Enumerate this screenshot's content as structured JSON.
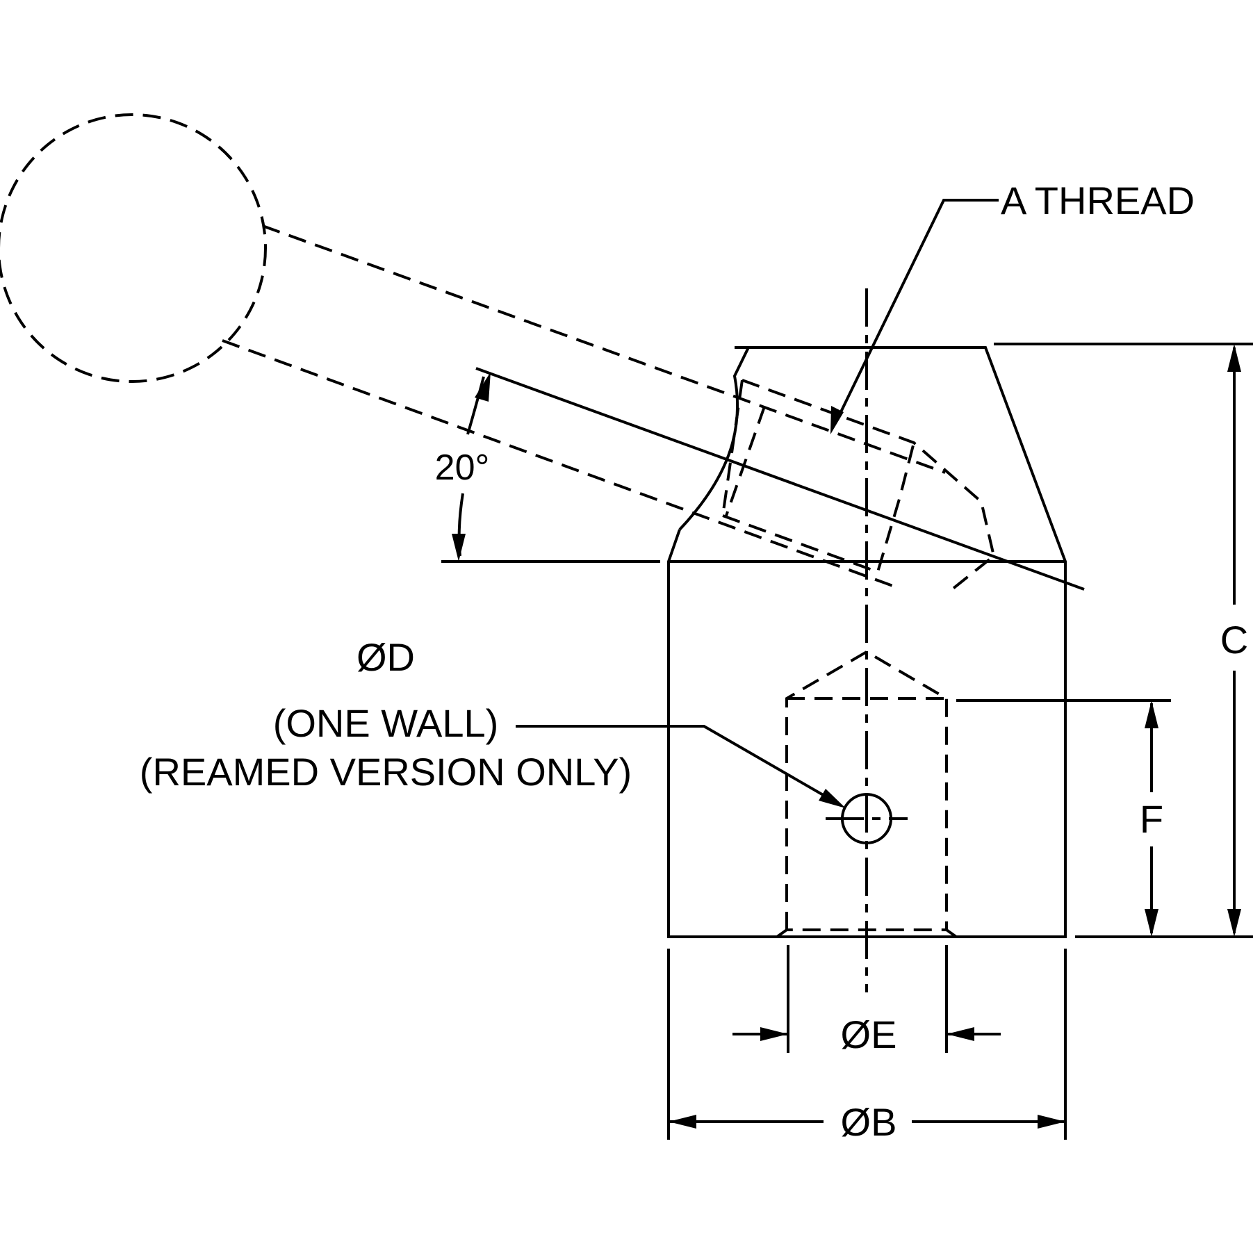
{
  "labels": {
    "thread": "A THREAD",
    "angle": "20°",
    "dim_c": "C",
    "dim_f": "F",
    "dim_b": "ØB",
    "dim_e": "ØE",
    "dim_d_line1": "ØD",
    "dim_d_line2": "(ONE WALL)",
    "dim_d_line3": "(REAMED VERSION ONLY)"
  }
}
